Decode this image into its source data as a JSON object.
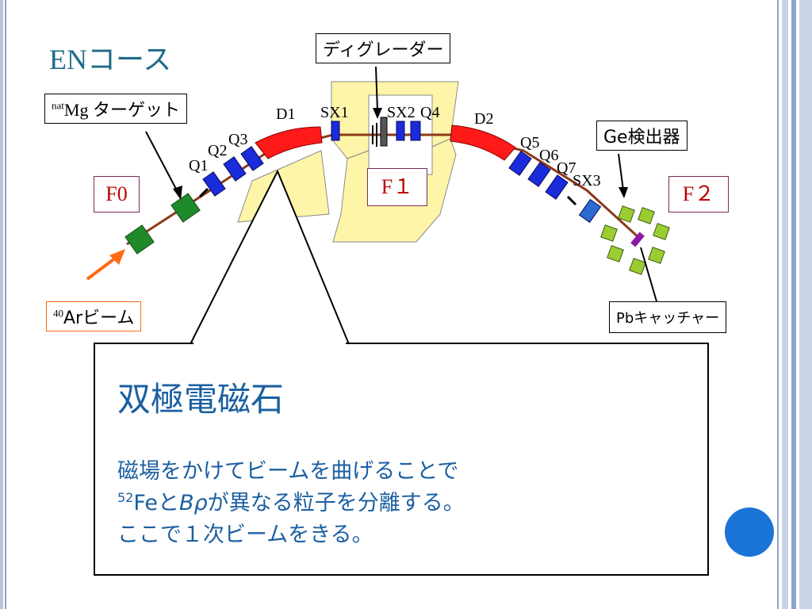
{
  "slide": {
    "title": "ENコース"
  },
  "labels": {
    "degrader": "ディグレーダー",
    "target_sup": "nat",
    "target_rest": "Mg ターゲット",
    "ge": "Ge検出器",
    "beam_sup": "40",
    "beam_rest": "Arビーム",
    "catcher": "Pbキャッチャー"
  },
  "focal_planes": {
    "f0": "F0",
    "f1": "F１",
    "f2": "F２"
  },
  "magnets": {
    "d1": "D1",
    "d2": "D2",
    "sx1": "SX1",
    "sx2": "SX2",
    "sx3": "SX3",
    "q1": "Q1",
    "q2": "Q2",
    "q3": "Q3",
    "q4": "Q4",
    "q5": "Q5",
    "q6": "Q6",
    "q7": "Q7"
  },
  "callout": {
    "title": "双極電磁石",
    "line1": "磁場をかけてビームを曲げることで",
    "line2_sup": "52",
    "line2_a": "Feと",
    "line2_b": "Bρ",
    "line2_c": "が異なる粒子を分離する。",
    "line3": "ここで１次ビームをきる。"
  },
  "colors": {
    "title": "#1f6b8a",
    "callout_text": "#1b5fa0",
    "focal_text": "#c00000",
    "dipole": "#ff1a1a",
    "quadrupole": "#1a2bdb",
    "target_block": "#1f8a2a",
    "germanium": "#9acd32",
    "catcher": "#8b1aa0",
    "beam_arrow": "#ff6a13",
    "beamline": "#8b3a1a",
    "chamber": "#fff5a8",
    "accent_circle": "#1a73d6"
  }
}
